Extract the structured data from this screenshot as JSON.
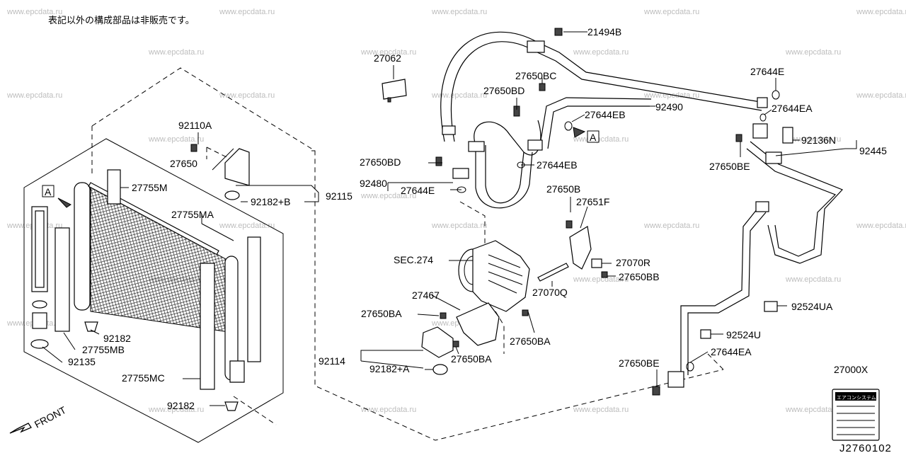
{
  "note": "表記以外の構成部品は非販売です。",
  "watermark": "www.epcdata.ru",
  "diagram_code": "J2760102",
  "direction_label": "FRONT",
  "view_marker": "A",
  "sticker_text": "エアコンシステム",
  "parts": {
    "p21494B": "21494B",
    "p27062": "27062",
    "p27650BC": "27650BC",
    "p27650BD_a": "27650BD",
    "p27644EB_a": "27644EB",
    "p92490": "92490",
    "p27644E_a": "27644E",
    "p27644EA_a": "27644EA",
    "p92136N": "92136N",
    "p92445": "92445",
    "p27650BE_a": "27650BE",
    "p92110A": "92110A",
    "p27650": "27650",
    "p27755M": "27755M",
    "p92182B": "92182+B",
    "p92115": "92115",
    "p27755MA": "27755MA",
    "p27650BD_b": "27650BD",
    "p92480": "92480",
    "p27644E_b": "27644E",
    "p27644EB_b": "27644EB",
    "p27650B": "27650B",
    "p27651F": "27651F",
    "pSEC274": "SEC.274",
    "p27070R": "27070R",
    "p27650BB": "27650BB",
    "p27070Q": "27070Q",
    "p27467": "27467",
    "p27650BA_a": "27650BA",
    "p27650BA_b": "27650BA",
    "p27650BA_c": "27650BA",
    "p92114": "92114",
    "p92182A": "92182+A",
    "p92182_a": "92182",
    "p27755MB": "27755MB",
    "p92135": "92135",
    "p27755MC": "27755MC",
    "p92182_b": "92182",
    "p92524UA": "92524UA",
    "p92524U": "92524U",
    "p27644EA_b": "27644EA",
    "p27650BE_b": "27650BE",
    "p27000X": "27000X"
  }
}
